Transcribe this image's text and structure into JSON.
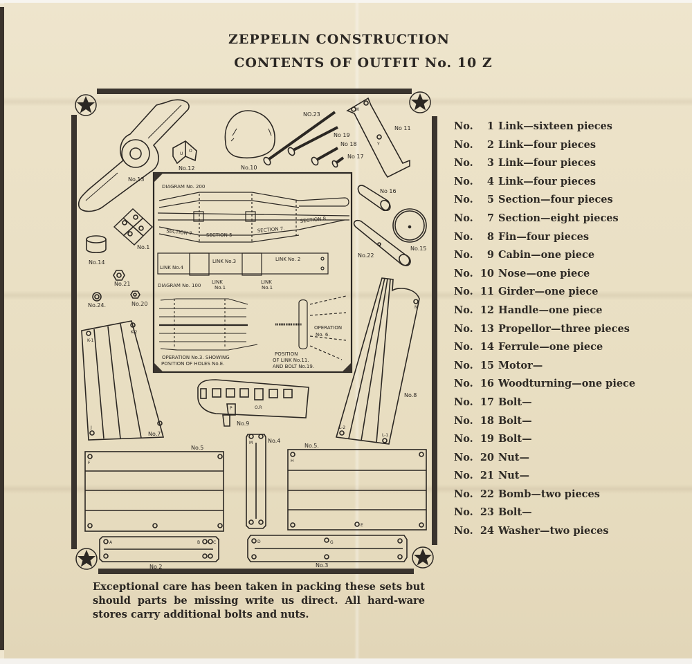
{
  "header": {
    "title_line1": "ZEPPELIN CONSTRUCTION",
    "title_line2": "CONTENTS OF OUTFIT No. 10 Z"
  },
  "parts_list": [
    {
      "prefix": "No.",
      "number": "1",
      "description": "Link—sixteen pieces"
    },
    {
      "prefix": "No.",
      "number": "2",
      "description": "Link—four pieces"
    },
    {
      "prefix": "No.",
      "number": "3",
      "description": "Link—four pieces"
    },
    {
      "prefix": "No.",
      "number": "4",
      "description": "Link—four pieces"
    },
    {
      "prefix": "No.",
      "number": "5",
      "description": "Section—four pieces"
    },
    {
      "prefix": "No.",
      "number": "7",
      "description": "Section—eight pieces"
    },
    {
      "prefix": "No.",
      "number": "8",
      "description": "Fin—four pieces"
    },
    {
      "prefix": "No.",
      "number": "9",
      "description": "Cabin—one piece"
    },
    {
      "prefix": "No.",
      "number": "10",
      "description": "Nose—one piece"
    },
    {
      "prefix": "No.",
      "number": "11",
      "description": "Girder—one piece"
    },
    {
      "prefix": "No.",
      "number": "12",
      "description": "Handle—one piece"
    },
    {
      "prefix": "No.",
      "number": "13",
      "description": "Propellor—three pieces"
    },
    {
      "prefix": "No.",
      "number": "14",
      "description": "Ferrule—one piece"
    },
    {
      "prefix": "No.",
      "number": "15",
      "description": "Motor—"
    },
    {
      "prefix": "No.",
      "number": "16",
      "description": "Woodturning—one piece"
    },
    {
      "prefix": "No.",
      "number": "17",
      "description": "Bolt—"
    },
    {
      "prefix": "No.",
      "number": "18",
      "description": "Bolt—"
    },
    {
      "prefix": "No.",
      "number": "19",
      "description": "Bolt—"
    },
    {
      "prefix": "No.",
      "number": "20",
      "description": "Nut—"
    },
    {
      "prefix": "No.",
      "number": "21",
      "description": "Nut—"
    },
    {
      "prefix": "No.",
      "number": "22",
      "description": "Bomb—two pieces"
    },
    {
      "prefix": "No.",
      "number": "23",
      "description": "Bolt—"
    },
    {
      "prefix": "No.",
      "number": "24",
      "description": "Washer—two pieces"
    }
  ],
  "diagram": {
    "labels": {
      "no13": "No.13",
      "no12": "No.12",
      "no10": "No.10",
      "no23": "NO.23",
      "no19": "No 19",
      "no18": "No 18",
      "no17": "No 17",
      "no11": "No 11",
      "no1": "No.1",
      "no14": "No.14",
      "no21": "No.21",
      "no24": "No.24.",
      "no20": "No.20",
      "no16": "No 16",
      "no15": "No.15",
      "no22": "No.22",
      "no7": "No.7",
      "no9": "No.9",
      "no8": "No.8",
      "no4": "No.4",
      "no5_left": "No.5",
      "no5_right": "No.5.",
      "no2": "No 2",
      "no3": "No.3"
    },
    "inset": {
      "diagram200": "DIAGRAM No. 200",
      "section7a": "SECTION 7",
      "section5": "SECTION 5",
      "section7b": "SECTION 7.",
      "section8": "SECTION 8",
      "link4": "LINK No.4",
      "link3": "LINK No.3",
      "link2": "LINK No. 2",
      "diagram100": "DIAGRAM No. 100",
      "link1a_l1": "LINK",
      "link1a_l2": "No.1",
      "link1b_l1": "LINK",
      "link1b_l2": "No.1",
      "op3_l1": "OPERATION No.3. SHOWING",
      "op3_l2": "POSITION OF HOLES No.E.",
      "op6_l1": "OPERATION",
      "op6_l2": "No. 6.",
      "pos_l1": "POSITION",
      "pos_l2": "OF LINK No.11.",
      "pos_l3": "AND BOLT No.19."
    },
    "hole_letters": {
      "k1": "K-1",
      "k2": "K-2",
      "j": "J",
      "n": "N",
      "l1": "L-1",
      "l2": "L-2",
      "f": "F",
      "h": "H",
      "m": "M",
      "e": "E",
      "a": "A",
      "b": "B",
      "c": "C",
      "d": "D",
      "g": "G",
      "p": "P",
      "or": "O.R",
      "w": "W",
      "y": "Y",
      "u": "U",
      "o": "O"
    }
  },
  "footer": {
    "note": "Exceptional care has been taken in packing these sets but should parts be missing write us direct. All hard-ware stores carry additional bolts and nuts."
  },
  "colors": {
    "paper": "#ebe1c6",
    "ink": "#2b2723"
  }
}
